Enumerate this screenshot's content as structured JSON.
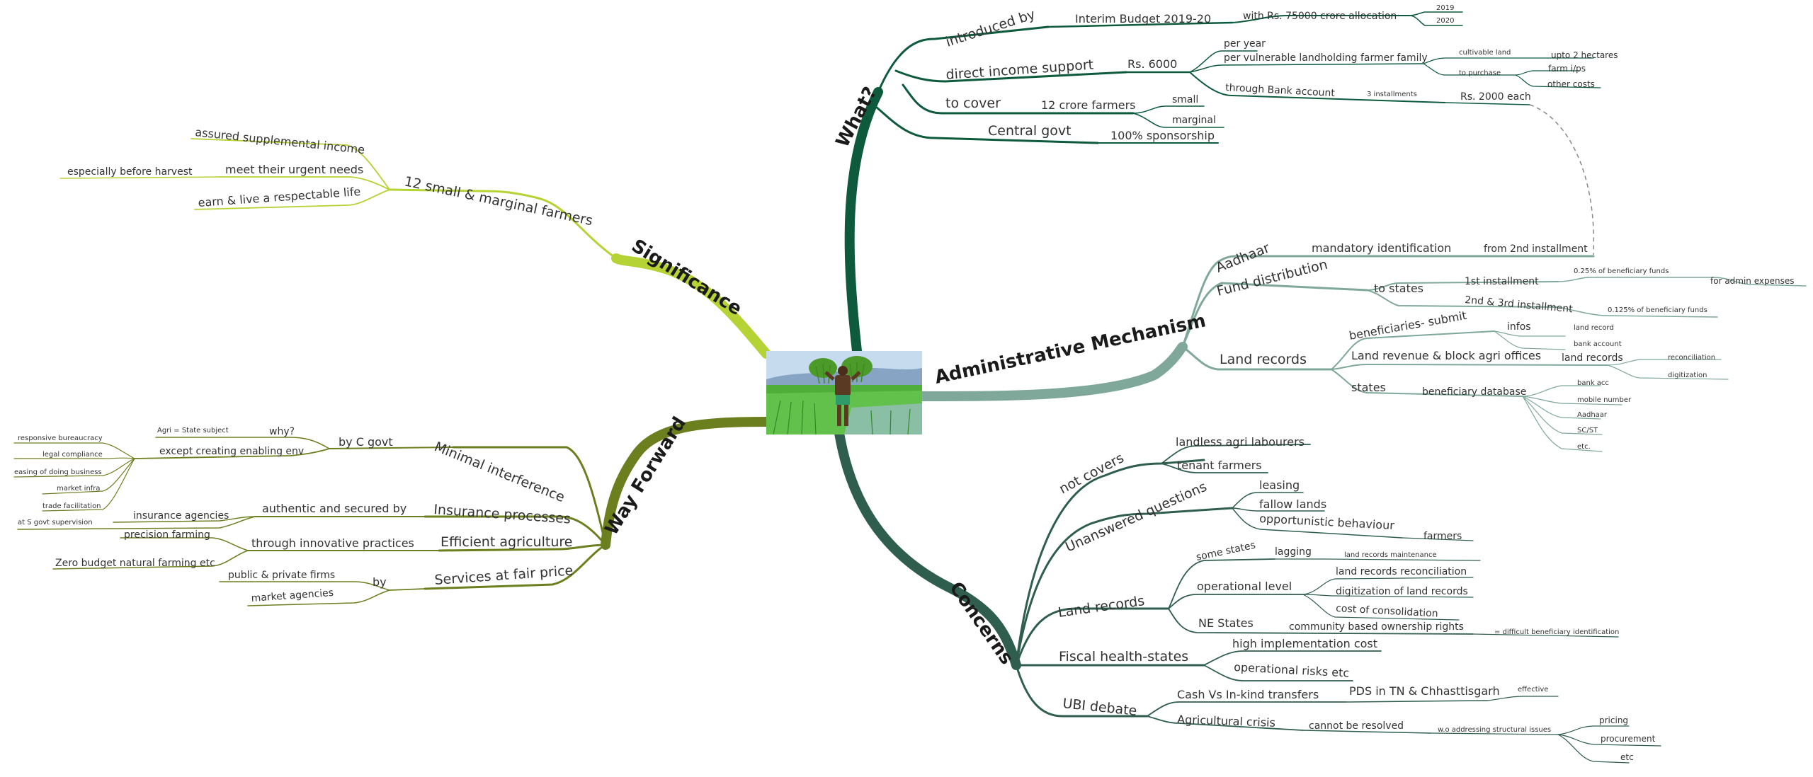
{
  "colors": {
    "what": "#0d5a3c",
    "admin": "#7fa89a",
    "concerns": "#2f5e4e",
    "way": "#6b7f1f",
    "significance": "#b5d334",
    "connector": "#888888"
  },
  "center": {
    "image": "farmer-carrying-rice-seedlings-photo"
  },
  "branches": {
    "what": {
      "label": "What?",
      "introduced_by": "introduced by",
      "interim_budget": "Interim Budget 2019-20",
      "allocation": "with Rs. 75000 crore allocation",
      "y2019": "2019",
      "y2020": "2020",
      "direct_income": "direct income support",
      "rs6000": "Rs. 6000",
      "per_year": "per year",
      "per_family": "per vulnerable landholding farmer family",
      "cultivable_land": "cultivable land",
      "upto_2ha": "upto 2 hectares",
      "to_purchase": "to purchase",
      "farm_ips": "farm i/ps",
      "other_costs": "other costs",
      "through_bank": "through Bank account",
      "three_installments": "3 installments",
      "rs2000": "Rs. 2000 each",
      "to_cover": "to cover",
      "twelve_crore": "12 crore farmers",
      "small": "small",
      "marginal": "marginal",
      "central_govt": "Central govt",
      "sponsorship": "100% sponsorship"
    },
    "admin": {
      "label": "Administrative Mechanism",
      "aadhaar": "Aadhaar",
      "mandatory_id": "mandatory identification",
      "from_2nd": "from 2nd installment",
      "fund_distribution": "Fund distribution",
      "to_states": "to states",
      "first_installment": "1st installment",
      "pct025": "0.25% of beneficiary funds",
      "admin_expenses": "for admin expenses",
      "second_third": "2nd & 3rd installment",
      "pct0125": "0.125% of beneficiary funds",
      "land_records": "Land records",
      "beneficiaries_submit": "beneficiaries- submit",
      "infos": "infos",
      "land_record": "land record",
      "bank_account": "bank account",
      "land_revenue": "Land revenue & block agri offices",
      "land_records_sub": "land records",
      "reconciliation": "reconciliation",
      "digitization": "digitization",
      "states": "states",
      "beneficiary_db": "beneficiary database",
      "bank_acc": "bank acc",
      "mobile_number": "mobile number",
      "aadhaar_small": "Aadhaar",
      "sc_st": "SC/ST",
      "etc": "etc."
    },
    "concerns": {
      "label": "Concerns",
      "not_covers": "not covers",
      "landless": "landless agri labourers",
      "tenant": "tenant farmers",
      "unanswered": "Unanswered questions",
      "leasing": "leasing",
      "fallow": "fallow lands",
      "opportunistic": "opportunistic behaviour",
      "farmers": "farmers",
      "land_records": "Land records",
      "some_states": "some states",
      "lagging": "lagging",
      "lr_maintenance": "land records maintenance",
      "operational_level": "operational level",
      "lr_reconciliation": "land records reconciliation",
      "digitization_lr": "digitization of land records",
      "consolidation": "cost of consolidation",
      "ne_states": "NE States",
      "community_rights": "community based ownership rights",
      "difficult_id": "= difficult beneficiary identification",
      "fiscal_health": "Fiscal health-states",
      "high_cost": "high implementation cost",
      "operational_risks": "operational risks etc",
      "ubi_debate": "UBI debate",
      "cash_vs_kind": "Cash Vs In-kind transfers",
      "pds": "PDS in TN & Chhasttisgarh",
      "effective": "effective",
      "agri_crisis": "Agricultural crisis",
      "cannot_resolved": "cannot be resolved",
      "wo_addressing": "w.o addressing structural issues",
      "pricing": "pricing",
      "procurement": "procurement",
      "etc": "etc"
    },
    "way": {
      "label": "Way Forward",
      "minimal": "Minimal interference",
      "by_c_govt": "by C govt",
      "why": "why?",
      "agri_state": "Agri = State subject",
      "except_enabling": "except creating enabling env",
      "responsive": "responsive bureaucracy",
      "legal": "legal compliance",
      "easing": "easing of doing business",
      "market_infra": "market infra",
      "trade_facilitation": "trade facilitation",
      "insurance_processes": "Insurance processes",
      "authentic": "authentic and secured by",
      "insurance_agencies": "insurance agencies",
      "s_govt_supervision": "at S govt supervision",
      "efficient": "Efficient agriculture",
      "innovative": "through innovative practices",
      "precision": "precision farming",
      "zbnf": "Zero budget natural farming etc",
      "services": "Services at fair price",
      "by": "by",
      "public_private": "public & private firms",
      "market_agencies": "market agencies"
    },
    "significance": {
      "label": "Significance",
      "twelve_small": "12 small & marginal farmers",
      "assured": "assured supplemental income",
      "urgent": "meet their urgent needs",
      "before_harvest": "especially before harvest",
      "respectable": "earn & live a respectable life"
    }
  }
}
